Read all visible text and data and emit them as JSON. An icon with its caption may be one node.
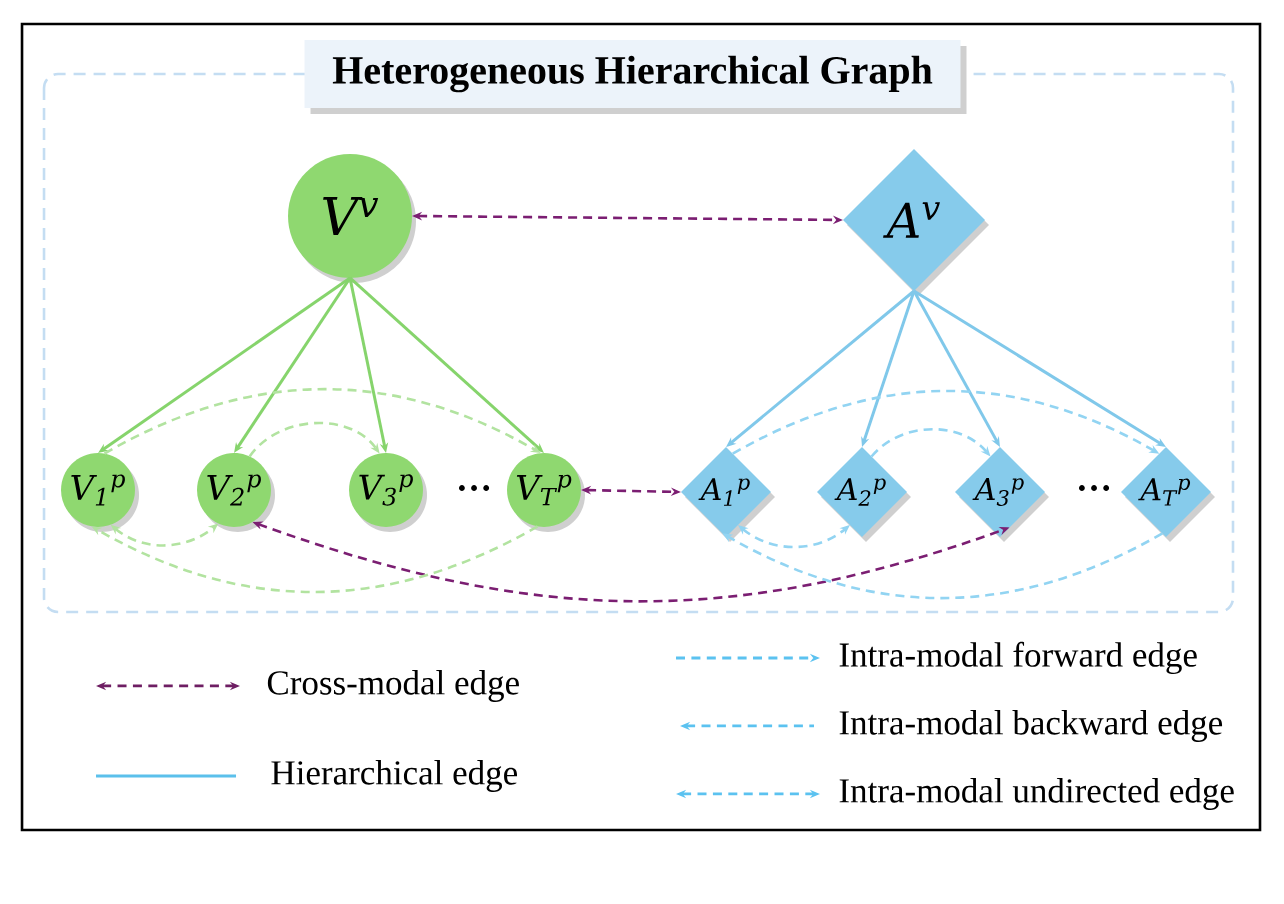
{
  "diagram": {
    "nodes": [
      {
        "text": [
          "Heterogeneous Hierarchical Graph"
        ]
      },
      {
        "text": [
          "V$^{v}$"
        ],
        "in": 0
      },
      {
        "text": [
          "A$^{v}$"
        ],
        "in": 0
      },
      {
        "text": [
          "V$_{1}$$^{p}$"
        ],
        "in": 0
      },
      {
        "text": [
          "V$_{2}$$^{p}$"
        ],
        "in": 0
      },
      {
        "text": [
          "V$_{3}$$^{p}$"
        ],
        "in": 0
      },
      {
        "text": [
          "V$_{T}$$^{p}$"
        ],
        "in": 0
      },
      {
        "text": [
          "A$_{1}$$^{p}$"
        ],
        "in": 0
      },
      {
        "text": [
          "A$_{2}$$^{p}$"
        ],
        "in": 0
      },
      {
        "text": [
          "A$_{3}$$^{p}$"
        ],
        "in": 0
      },
      {
        "text": [
          "A$_{T}$$^{p}$"
        ],
        "in": 0
      }
    ],
    "edges": [
      {
        "from": 1,
        "to": 2,
        "arrow": "both",
        "style": "dashed",
        "color": "#7b1e72"
      },
      {
        "from": 6,
        "to": 7,
        "arrow": "both",
        "style": "dashed",
        "color": "#7b1e72"
      },
      {
        "from": 4,
        "to": 9,
        "arrow": "both",
        "style": "dashed",
        "color": "#7b1e72"
      },
      {
        "from": 1,
        "to": 3,
        "arrow": "to",
        "color": "#86d46c"
      },
      {
        "from": 1,
        "to": 4,
        "arrow": "to",
        "color": "#86d46c"
      },
      {
        "from": 1,
        "to": 5,
        "arrow": "to",
        "color": "#86d46c"
      },
      {
        "from": 1,
        "to": 6,
        "arrow": "to",
        "color": "#86d46c"
      },
      {
        "from": 2,
        "to": 7,
        "arrow": "to",
        "color": "#80c8ea"
      },
      {
        "from": 2,
        "to": 8,
        "arrow": "to",
        "color": "#80c8ea"
      },
      {
        "from": 2,
        "to": 9,
        "arrow": "to",
        "color": "#80c8ea"
      },
      {
        "from": 2,
        "to": 10,
        "arrow": "to",
        "color": "#80c8ea"
      },
      {
        "from": 4,
        "to": 5,
        "arrow": "to",
        "style": "dashed",
        "color": "#b2e3a0"
      },
      {
        "from": 3,
        "to": 6,
        "arrow": "to",
        "style": "dashed",
        "color": "#b2e3a0"
      },
      {
        "from": 3,
        "to": 4,
        "arrow": "both",
        "style": "dashed",
        "color": "#b2e3a0"
      },
      {
        "from": 6,
        "to": 3,
        "arrow": "to",
        "style": "dashed",
        "color": "#b2e3a0"
      },
      {
        "from": 8,
        "to": 9,
        "arrow": "to",
        "style": "dashed",
        "color": "#92d4f2"
      },
      {
        "from": 7,
        "to": 10,
        "arrow": "to",
        "style": "dashed",
        "color": "#92d4f2"
      },
      {
        "from": 7,
        "to": 8,
        "arrow": "both",
        "style": "dashed",
        "color": "#92d4f2"
      },
      {
        "from": 10,
        "to": 7,
        "arrow": "to",
        "style": "dashed",
        "color": "#92d4f2"
      }
    ],
    "labels": [
      "…",
      "…"
    ],
    "legend": [
      {
        "text": "Cross-modal edge"
      },
      {
        "text": "Hierarchical edge"
      },
      {
        "text": "Intra-modal forward edge"
      },
      {
        "text": "Intra-modal backward edge"
      },
      {
        "text": "Intra-modal undirected edge"
      }
    ]
  }
}
